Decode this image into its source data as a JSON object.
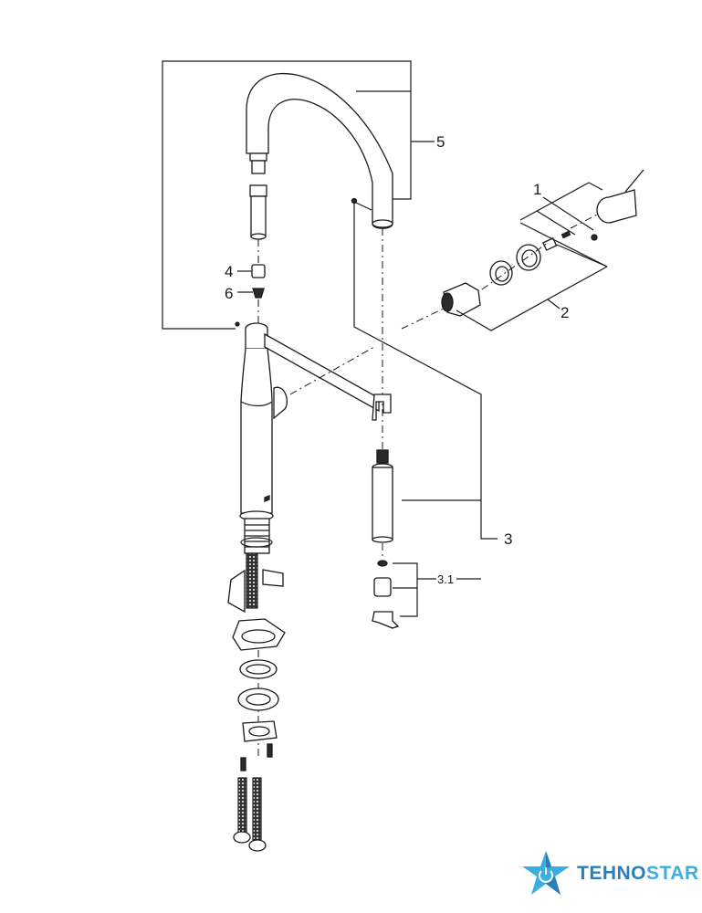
{
  "diagram": {
    "title": "Kitchen mixer exploded parts diagram",
    "callouts": [
      {
        "id": "1",
        "label": "1"
      },
      {
        "id": "2",
        "label": "2"
      },
      {
        "id": "3",
        "label": "3"
      },
      {
        "id": "3.1",
        "label": "3.1"
      },
      {
        "id": "4",
        "label": "4"
      },
      {
        "id": "5",
        "label": "5"
      },
      {
        "id": "6",
        "label": "6"
      }
    ]
  },
  "logo": {
    "text_part1": "TEHNO",
    "text_part2": "STAR",
    "icon": "star-power-icon",
    "colors": {
      "dark_blue": "#2a7fb8",
      "light_blue": "#3aaee0"
    }
  }
}
